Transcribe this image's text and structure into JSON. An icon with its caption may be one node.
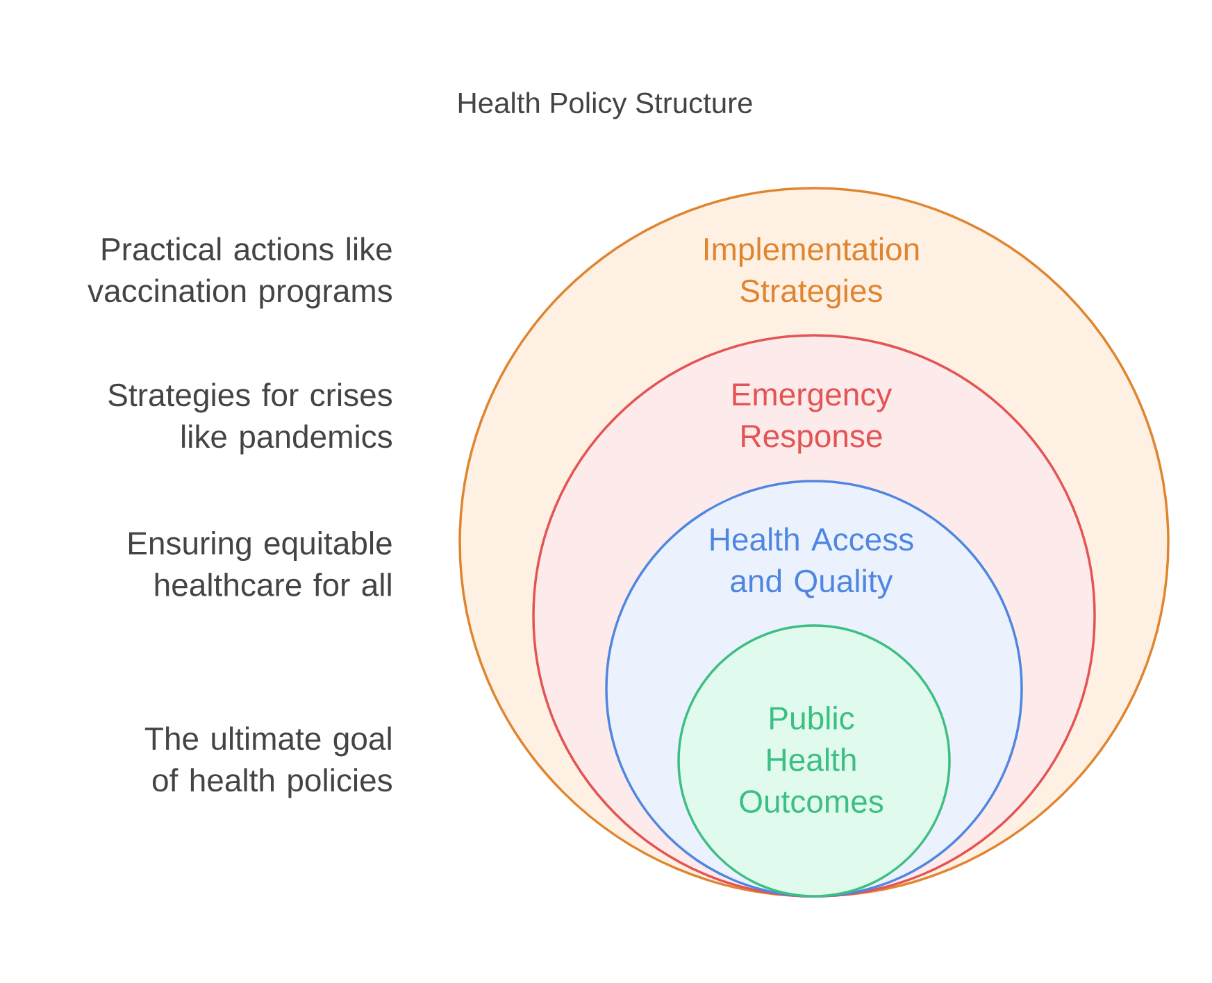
{
  "diagram": {
    "title": "Health Policy Structure",
    "nodes": [
      {
        "text": [
          "Implementation Strategies"
        ]
      },
      {
        "text": [
          "Emergency Response"
        ],
        "in": 0
      },
      {
        "text": [
          "Health Access and Quality"
        ],
        "in": 1
      },
      {
        "text": [
          "Public Health Outcomes"
        ],
        "in": 2
      }
    ],
    "labels": [
      "Practical actions like vaccination programs",
      "Strategies for crises like pandemics",
      "Ensuring equitable healthcare for all",
      "The ultimate goal of health policies"
    ]
  }
}
